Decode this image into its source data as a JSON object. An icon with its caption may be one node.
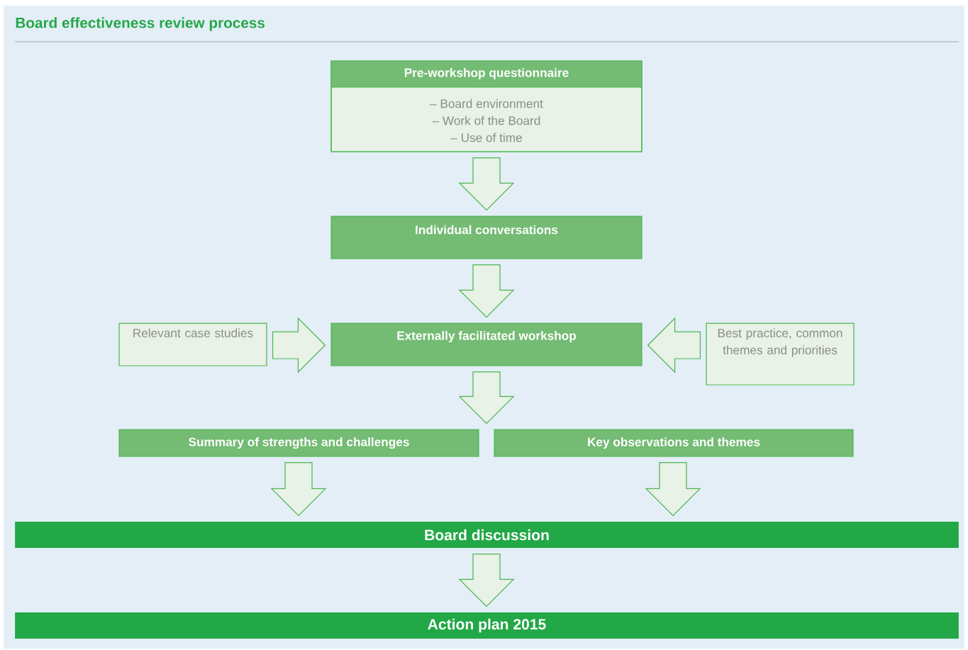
{
  "diagram": {
    "title": "Board effectiveness review process",
    "nodes": [
      {
        "text": [
          "Pre-workshop questionnaire",
          "– Board environment",
          "– Work of the Board",
          "– Use of time"
        ]
      },
      {
        "text": [
          "Individual conversations"
        ]
      },
      {
        "text": [
          "Relevant case studies"
        ]
      },
      {
        "text": [
          "Externally facilitated workshop"
        ]
      },
      {
        "text": [
          "Best practice, common themes and priorities"
        ]
      },
      {
        "text": [
          "Summary of strengths and challenges"
        ]
      },
      {
        "text": [
          "Key observations and themes"
        ]
      },
      {
        "text": [
          "Board discussion"
        ]
      },
      {
        "text": [
          "Action plan 2015"
        ]
      }
    ],
    "edges": [
      {
        "from": 0,
        "to": 1,
        "arrow": "to"
      },
      {
        "from": 1,
        "to": 3,
        "arrow": "to"
      },
      {
        "from": 2,
        "to": 3,
        "arrow": "to"
      },
      {
        "from": 4,
        "to": 3,
        "arrow": "to"
      },
      {
        "from": 3,
        "to": 5,
        "arrow": "to"
      },
      {
        "from": 3,
        "to": 6,
        "arrow": "to"
      },
      {
        "from": 5,
        "to": 7,
        "arrow": "to"
      },
      {
        "from": 6,
        "to": 7,
        "arrow": "to"
      },
      {
        "from": 7,
        "to": 8,
        "arrow": "to"
      }
    ]
  }
}
